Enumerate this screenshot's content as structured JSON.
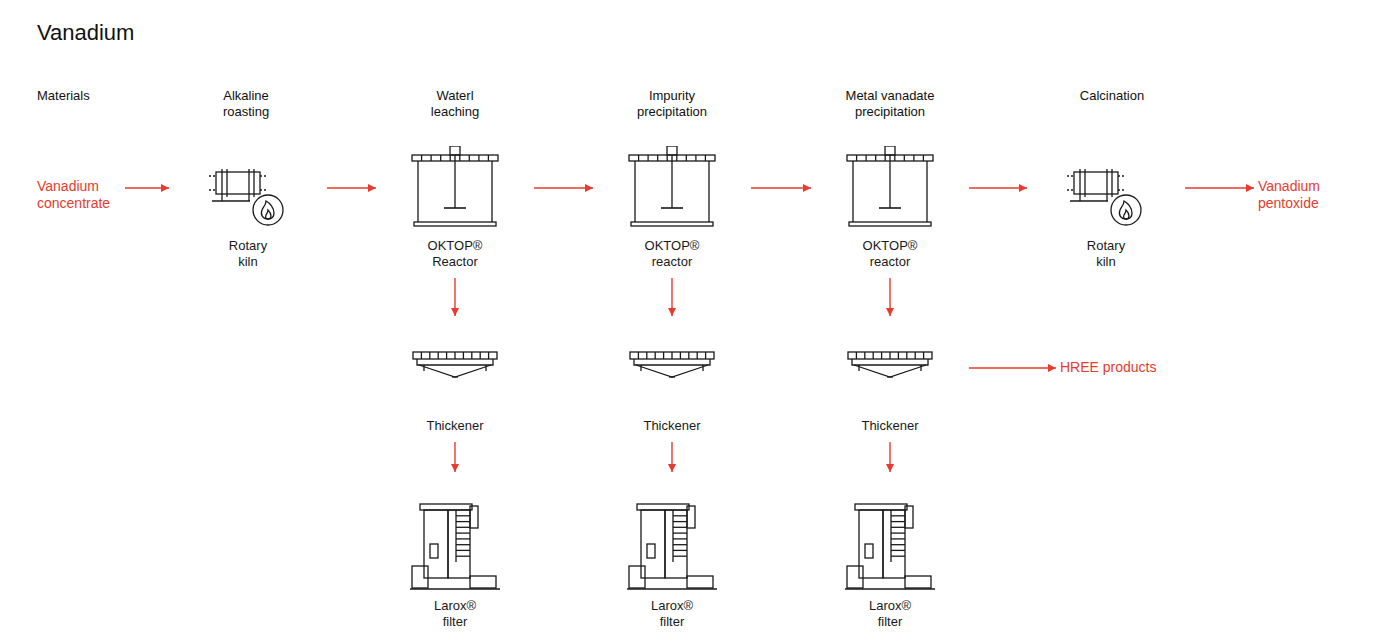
{
  "diagram": {
    "title": "Vanadium",
    "nodes": [
      {
        "text": [
          "Vanadium concentrate"
        ]
      },
      {
        "text": [
          "Rotary kiln"
        ]
      },
      {
        "text": [
          "OKTOP® Reactor"
        ]
      },
      {
        "text": [
          "OKTOP® reactor"
        ]
      },
      {
        "text": [
          "OKTOP® reactor"
        ]
      },
      {
        "text": [
          "Rotary kiln"
        ]
      },
      {
        "text": [
          "Vanadium pentoxide"
        ]
      },
      {
        "text": [
          "Thickener"
        ]
      },
      {
        "text": [
          "Thickener"
        ]
      },
      {
        "text": [
          "Thickener"
        ]
      },
      {
        "text": [
          "HREE products"
        ]
      },
      {
        "text": [
          "Larox® filter"
        ]
      },
      {
        "text": [
          "Larox® filter"
        ]
      },
      {
        "text": [
          "Larox® filter"
        ]
      }
    ],
    "edges": [
      {
        "from": 0,
        "to": 1,
        "arrow": "to"
      },
      {
        "from": 1,
        "to": 2,
        "arrow": "to"
      },
      {
        "from": 2,
        "to": 3,
        "arrow": "to"
      },
      {
        "from": 3,
        "to": 4,
        "arrow": "to"
      },
      {
        "from": 4,
        "to": 5,
        "arrow": "to"
      },
      {
        "from": 5,
        "to": 6,
        "arrow": "to"
      },
      {
        "from": 2,
        "to": 7,
        "arrow": "to"
      },
      {
        "from": 3,
        "to": 8,
        "arrow": "to"
      },
      {
        "from": 4,
        "to": 9,
        "arrow": "to"
      },
      {
        "from": 9,
        "to": 10,
        "arrow": "to"
      },
      {
        "from": 7,
        "to": 11,
        "arrow": "to"
      },
      {
        "from": 8,
        "to": 12,
        "arrow": "to"
      },
      {
        "from": 9,
        "to": 13,
        "arrow": "to"
      }
    ],
    "labels": [
      "Materials",
      "Alkaline roasting",
      "Waterl leaching",
      "Impurity precipitation",
      "Metal vanadate precipitation",
      "Calcination"
    ]
  }
}
